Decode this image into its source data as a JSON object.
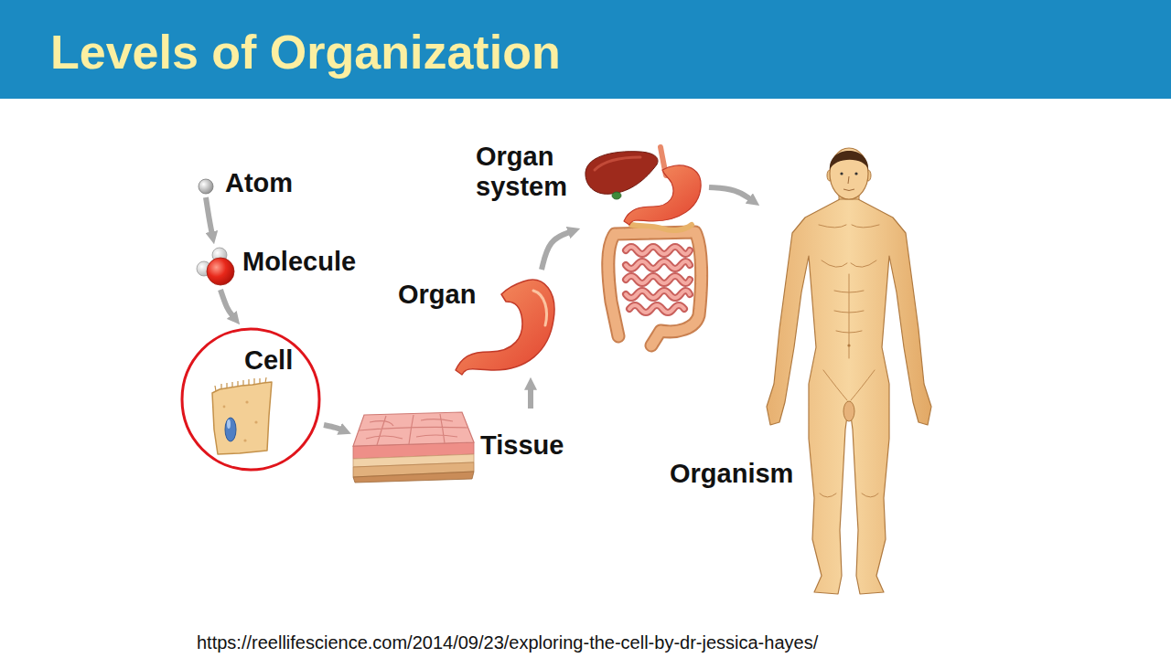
{
  "diagram": {
    "title": "Levels of Organization",
    "nodes": [
      {
        "text": [
          "Atom"
        ]
      },
      {
        "text": [
          "Molecule"
        ]
      },
      {
        "text": [
          "Cell"
        ]
      },
      {
        "text": [
          "Tissue"
        ]
      },
      {
        "text": [
          "Organ"
        ]
      },
      {
        "text": [
          "Organ system"
        ]
      },
      {
        "text": [
          "Organism"
        ]
      }
    ],
    "edges": [
      {
        "from": 0,
        "to": 1,
        "arrow": "to"
      },
      {
        "from": 1,
        "to": 2,
        "arrow": "to"
      },
      {
        "from": 2,
        "to": 3,
        "arrow": "to"
      },
      {
        "from": 3,
        "to": 4,
        "arrow": "to"
      },
      {
        "from": 4,
        "to": 5,
        "arrow": "to"
      },
      {
        "from": 5,
        "to": 6,
        "arrow": "to"
      }
    ],
    "labels": [
      "https://reellifescience.com/2014/09/23/exploring-the-cell-by-dr-jessica-hayes/"
    ]
  }
}
